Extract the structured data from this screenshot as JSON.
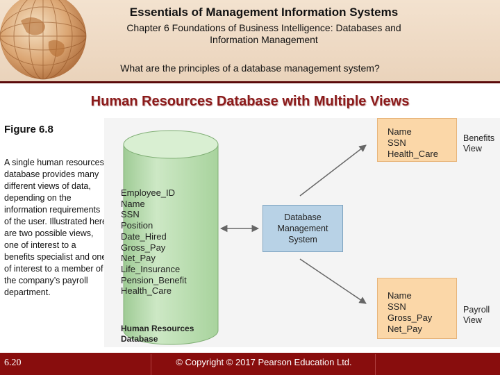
{
  "header": {
    "title": "Essentials of Management Information Systems",
    "subtitle_line1": "Chapter 6 Foundations of Business Intelligence: Databases and",
    "subtitle_line2": "Information Management",
    "question": "What are the principles of a database management system?"
  },
  "slide_title": "Human Resources Database with Multiple Views",
  "figure": {
    "label": "Figure 6.8",
    "caption": "A single human resources database provides many different views of data, depending on the information requirements of the user. Illustrated here are two possible views, one of interest to a benefits specialist and one of interest to a member of the company’s payroll department."
  },
  "diagram": {
    "database_fields": [
      "Employee_ID",
      "Name",
      "SSN",
      "Position",
      "Date_Hired",
      "Gross_Pay",
      "Net_Pay",
      "Life_Insurance",
      "Pension_Benefit",
      "Health_Care"
    ],
    "database_caption_line1": "Human Resources",
    "database_caption_line2": "Database",
    "dbms_line1": "Database",
    "dbms_line2": "Management",
    "dbms_line3": "System",
    "benefits_view": {
      "fields": [
        "Name",
        "SSN",
        "Health_Care"
      ],
      "label_line1": "Benefits",
      "label_line2": "View"
    },
    "payroll_view": {
      "fields": [
        "Name",
        "SSN",
        "Gross_Pay",
        "Net_Pay"
      ],
      "label_line1": "Payroll",
      "label_line2": "View"
    },
    "colors": {
      "database": "#b8dcb0",
      "dbms": "#b8d2e6",
      "view": "#fbd7a8",
      "arrow": "#666666"
    }
  },
  "footer": {
    "slide_number": "6.20",
    "copyright": "© Copyright © 2017 Pearson Education Ltd."
  }
}
